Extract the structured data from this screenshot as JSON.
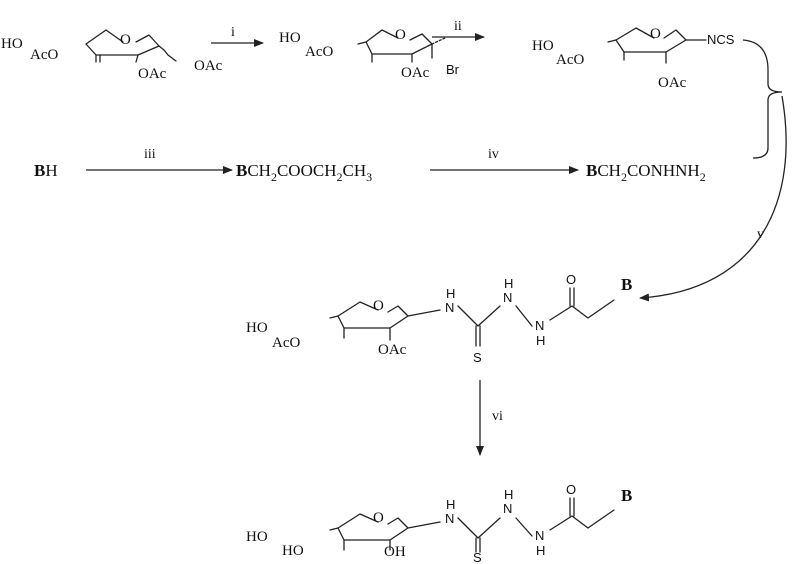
{
  "steps": [
    "i",
    "ii",
    "iii",
    "iv",
    "v",
    "vi"
  ],
  "compound1": {
    "ho": "HO",
    "aco": "AcO",
    "oac1": "OAc",
    "oac2": "OAc",
    "ring_o": "O"
  },
  "compound2": {
    "ho": "HO",
    "aco": "AcO",
    "oac": "OAc",
    "br": "Br",
    "ring_o": "O"
  },
  "compound3": {
    "ho": "HO",
    "aco": "AcO",
    "oac": "OAc",
    "ncs": "NCS",
    "ring_o": "O"
  },
  "row2": {
    "bh_b": "B",
    "bh_h": "H",
    "ester_b": "B",
    "ester_rest": "CH",
    "ester_sub1": "2",
    "ester_mid": "COOCH",
    "ester_sub2": "2",
    "ester_mid2": "CH",
    "ester_sub3": "3",
    "hyd_b": "B",
    "hyd_rest": "CH",
    "hyd_sub1": "2",
    "hyd_mid": "CONHNH",
    "hyd_sub2": "2"
  },
  "compound4": {
    "ho": "HO",
    "aco": "AcO",
    "oac": "OAc",
    "ring_o": "O",
    "nh1": "H",
    "n1": "N",
    "s": "S",
    "nh2": "H",
    "n2": "N",
    "n3": "N",
    "h3": "H",
    "o": "O",
    "b": "B"
  },
  "compound5": {
    "ho1": "HO",
    "ho2": "HO",
    "oh": "OH",
    "ring_o": "O",
    "nh1": "H",
    "n1": "N",
    "s": "S",
    "nh2": "H",
    "n2": "N",
    "n3": "N",
    "h3": "H",
    "o": "O",
    "b": "B"
  }
}
